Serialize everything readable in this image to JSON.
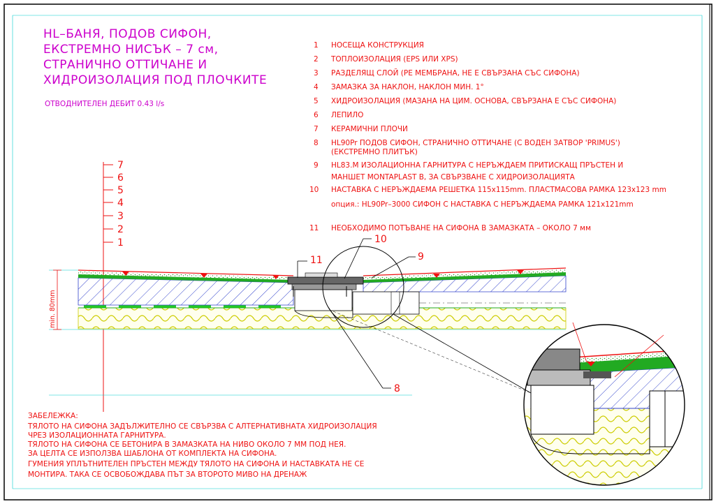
{
  "title_lines": [
    "HL–БАНЯ,   ПОДОВ  СИФОН,",
    "ЕКСТРЕМНО  НИСЪК  –  7  см,",
    "СТРАНИЧНО  ОТТИЧАНЕ  И",
    "ХИДРОИЗОЛАЦИЯ  ПОД  ПЛОЧКИТЕ"
  ],
  "flow_rate": "ОТВОДНИТЕЛЕН  ДЕБИТ  0.43  l/s",
  "legend": [
    {
      "n": "1",
      "lines": [
        "НОСЕЩА  КОНСТРУКЦИЯ"
      ]
    },
    {
      "n": "2",
      "lines": [
        "ТОПЛОИЗОЛАЦИЯ  (EPS  ИЛИ  XPS)"
      ]
    },
    {
      "n": "3",
      "lines": [
        "РАЗДЕЛЯЩ  СЛОЙ  (PE  МЕМБРАНА,  НЕ  Е  СВЪРЗАНА  СЪС  СИФОНА)"
      ]
    },
    {
      "n": "4",
      "lines": [
        "ЗАМАЗКА  ЗА  НАКЛОН,  НАКЛОН  МИН.  1°"
      ]
    },
    {
      "n": "5",
      "lines": [
        "ХИДРОИЗОЛАЦИЯ  (МАЗАНА  НА  ЦИМ.  ОСНОВА,  СВЪРЗАНА  Е  СЪС  СИФОНА)"
      ]
    },
    {
      "n": "6",
      "lines": [
        "ЛЕПИЛО"
      ]
    },
    {
      "n": "7",
      "lines": [
        "КЕРАМИЧНИ  ПЛОЧИ"
      ]
    },
    {
      "n": "8",
      "lines": [
        "HL90Pr  ПОДОВ  СИФОН,  СТРАНИЧНО  ОТТИЧАНЕ  (С  ВОДЕН  ЗАТВОР  'PRIMUS')",
        "(ЕКСТРЕМНО  ПЛИТЪК)"
      ]
    },
    {
      "n": "9",
      "lines": [
        "HL83.M  ИЗОЛАЦИОННА  ГАРНИТУРА  С  НЕРЪЖДАЕМ  ПРИТИСКАЩ  ПРЪСТЕН  И",
        "МАНШЕТ  MONTAPLAST  B,  ЗА  СВЪРЗВАНЕ  С  ХИДРОИЗОЛАЦИЯТА"
      ]
    },
    {
      "n": "10",
      "lines": [
        "НАСТАВКА  С  НЕРЪЖДАЕМА  РЕШЕТКА  115x115mm.  ПЛАСТМАСОВА  РАМКА  123x123  mm",
        "опция.:  HL90Pr–3000  СИФОН  С  НАСТАВКА  С  НЕРЪЖДАЕМА  РАМКА  121x121mm"
      ]
    },
    {
      "n": "11",
      "lines": [
        "НЕОБХОДИМО  ПОТЪВАНЕ  НА  СИФОНА  В  ЗАМАЗКАТА  –  ОКОЛО  7  мм"
      ]
    }
  ],
  "layer_ticks": [
    "7",
    "6",
    "5",
    "4",
    "3",
    "2",
    "1"
  ],
  "callouts": {
    "c8": "8",
    "c9": "9",
    "c10": "10",
    "c11": "11"
  },
  "dimension": "min. 80mm",
  "notes": [
    "ЗАБЕЛЕЖКА:",
    "ТЯЛОТО  НА  СИФОНА  ЗАДЪЛЖИТЕЛНО  СЕ  СВЪРЗВА  С  АЛТЕРНАТИВНАТА  ХИДРОИЗОЛАЦИЯ",
    "ЧРЕЗ  ИЗОЛАЦИОННАТА  ГАРНИТУРА.",
    "ТЯЛОТО  НА  СИФОНА  СЕ  БЕТОНИРА  В  ЗАМАЗКАТА  НА  НИВО  ОКОЛО  7  ММ  ПОД  НЕЯ.",
    "ЗА  ЦЕЛТА  СЕ  ИЗПОЛЗВА  ШАБЛОНА  ОТ  КОМПЛЕКТА  НА  СИФОНА.",
    "ГУМЕНИЯ  УПЛЪТНИТЕЛЕН  ПРЪСТЕН  МЕЖДУ  ТЯЛОТО  НА  СИФОНА  И  НАСТАВКАТА  НЕ  СЕ",
    "МОНТИРА.  ТАКА  СЕ  ОСВОБОЖДАВА  ПЪТ  ЗА  ВТОРОТО  МИВО  НА  ДРЕНАЖ"
  ],
  "colors": {
    "title": "#cc00cc",
    "text": "#ee1111",
    "hatch": "#3344cc",
    "screed": "#22aa22",
    "insulation": "#cccc00",
    "frame": "#000000",
    "grid": "#00cccc"
  }
}
